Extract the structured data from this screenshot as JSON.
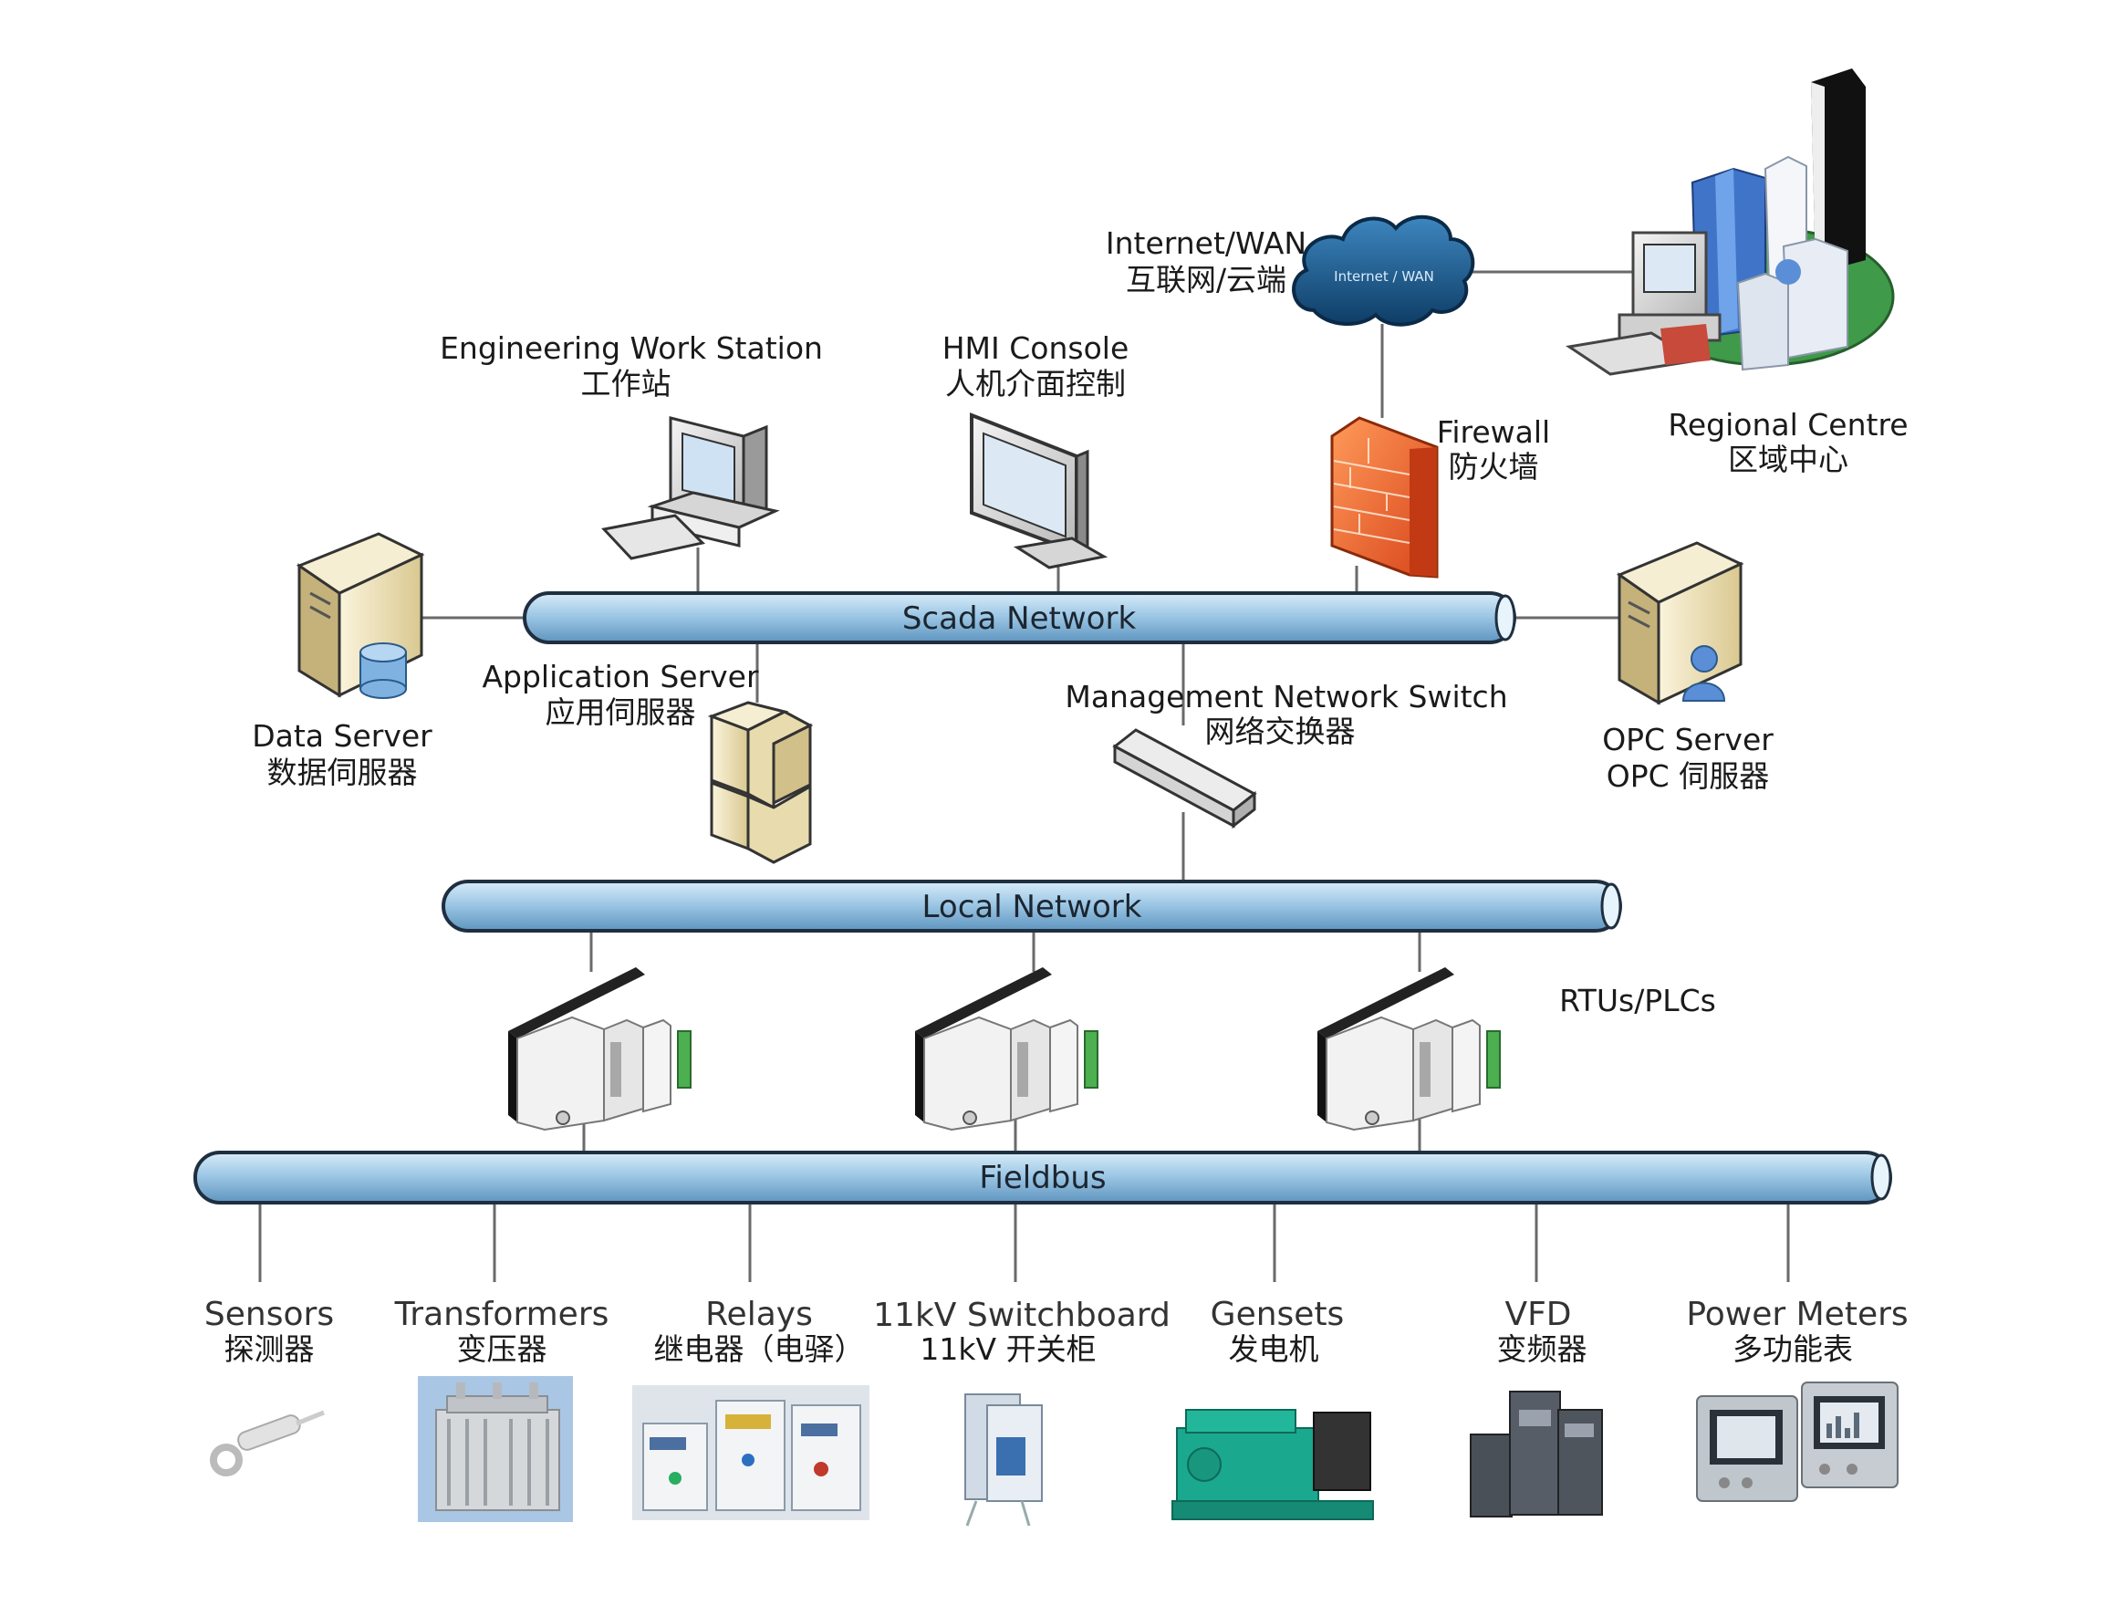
{
  "colors": {
    "pipe_fill": "#9ec8e6",
    "pipe_stroke": "#1f2f40",
    "firewall": "#f06a2a",
    "cloud": "#1e5a8a",
    "regional_ellipse": "#3f9a4a"
  },
  "networks": {
    "scada": "Scada Network",
    "local": "Local Network",
    "fieldbus": "Fieldbus"
  },
  "nodes": {
    "internet": {
      "en": "Internet/WAN",
      "zh": "互联网/云端",
      "cloud_text": "Internet / WAN",
      "icon": "cloud-icon"
    },
    "regional": {
      "en": "Regional Centre",
      "zh": "区域中心",
      "icon": "city-icon"
    },
    "ews": {
      "en": "Engineering Work Station",
      "zh": "工作站",
      "icon": "workstation-icon"
    },
    "hmi": {
      "en": "HMI Console",
      "zh": "人机介面控制",
      "icon": "monitor-icon"
    },
    "firewall": {
      "en": "Firewall",
      "zh": "防火墙",
      "icon": "firewall-icon"
    },
    "data_server": {
      "en": "Data Server",
      "zh": "数据伺服器",
      "icon": "database-server-icon"
    },
    "app_server": {
      "en": "Application Server",
      "zh": "应用伺服器",
      "icon": "server-stack-icon"
    },
    "mgmt_switch": {
      "en": "Management Network Switch",
      "zh": "网络交换器",
      "icon": "switch-icon"
    },
    "opc_server": {
      "en": "OPC Server",
      "zh": "OPC 伺服器",
      "icon": "user-server-icon"
    },
    "rtus": {
      "en": "RTUs/PLCs",
      "icon": "plc-icon"
    }
  },
  "field_devices": [
    {
      "en": "Sensors",
      "zh": "探测器",
      "icon": "sensor-icon"
    },
    {
      "en": "Transformers",
      "zh": "变压器",
      "icon": "transformer-icon"
    },
    {
      "en": "Relays",
      "zh": "继电器（电驿）",
      "icon": "relay-icon"
    },
    {
      "en": "11kV Switchboard",
      "zh": "11kV 开关柜",
      "icon": "switchboard-icon"
    },
    {
      "en": "Gensets",
      "zh": "发电机",
      "icon": "genset-icon"
    },
    {
      "en": "VFD",
      "zh": "变频器",
      "icon": "vfd-icon"
    },
    {
      "en": "Power Meters",
      "zh": "多功能表",
      "icon": "power-meter-icon"
    }
  ]
}
